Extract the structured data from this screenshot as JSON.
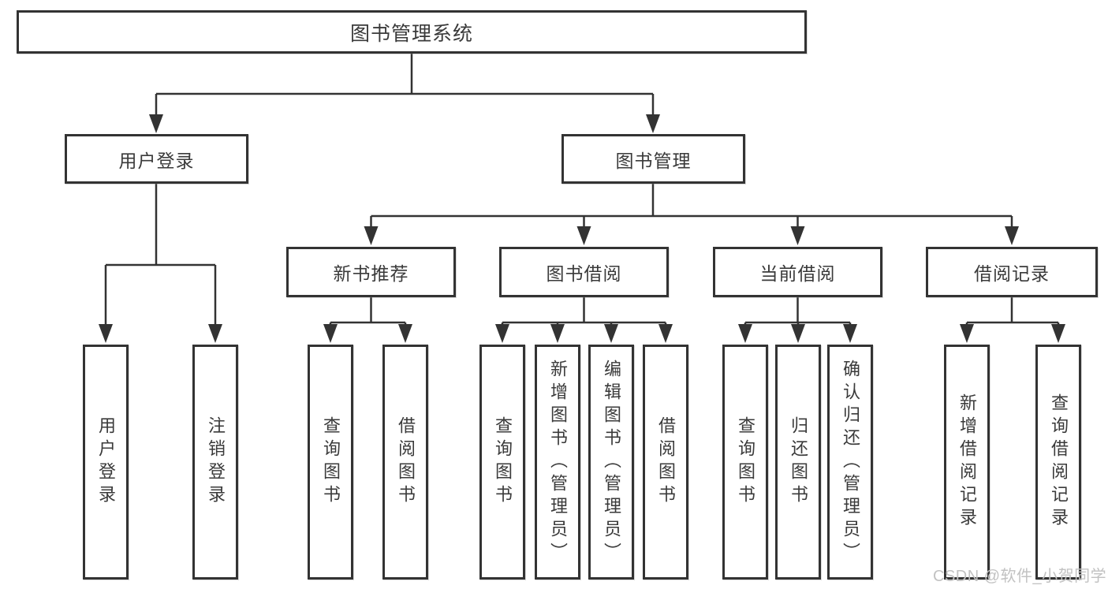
{
  "diagram": {
    "root": {
      "label": "图书管理系统"
    },
    "level2": [
      {
        "label": "用户登录"
      },
      {
        "label": "图书管理"
      }
    ],
    "level3": [
      {
        "label": "新书推荐"
      },
      {
        "label": "图书借阅"
      },
      {
        "label": "当前借阅"
      },
      {
        "label": "借阅记录"
      }
    ],
    "leaves": [
      {
        "label": "用户登录"
      },
      {
        "label": "注销登录"
      },
      {
        "label": "查询图书"
      },
      {
        "label": "借阅图书"
      },
      {
        "label": "查询图书"
      },
      {
        "label": "新增图书（管理员）"
      },
      {
        "label": "编辑图书（管理员）"
      },
      {
        "label": "借阅图书"
      },
      {
        "label": "查询图书"
      },
      {
        "label": "归还图书"
      },
      {
        "label": "确认归还（管理员）"
      },
      {
        "label": "新增借阅记录"
      },
      {
        "label": "查询借阅记录"
      }
    ],
    "watermark": "CSDN @软件_小贺同学",
    "colors": {
      "line": "#333333",
      "text": "#3a3a3a",
      "watermark": "#c2c2c2",
      "background": "#ffffff"
    }
  }
}
